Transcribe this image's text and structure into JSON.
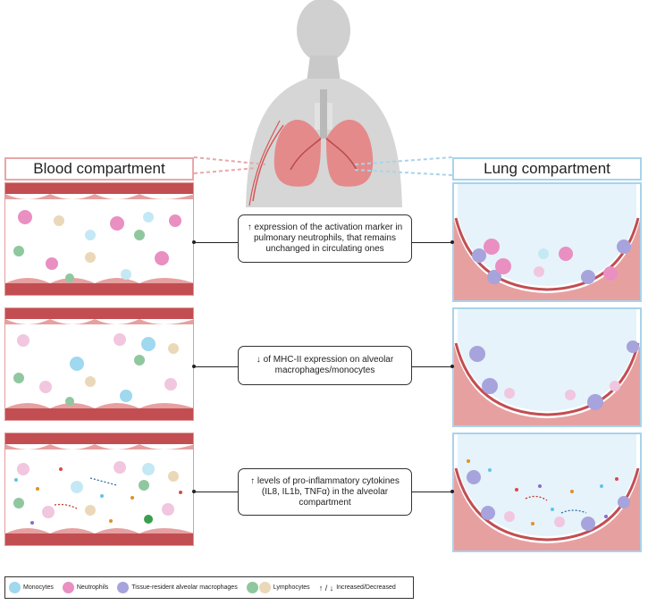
{
  "headers": {
    "blood": "Blood compartment",
    "lung": "Lung compartment"
  },
  "callouts": [
    {
      "text": "↑ expression of the activation marker in pulmonary neutrophils, that remains unchanged in circulating ones"
    },
    {
      "text": "↓ of  MHC-II expression on alveolar macrophages/monocytes"
    },
    {
      "text": "↑ levels of pro-inflammatory cytokines (IL8, IL1b, TNFα) in the alveolar compartment"
    }
  ],
  "legend": {
    "monocytes": "Monocytes",
    "neutrophils": "Neutrophils",
    "macrophages": "Tissue-resident alveolar macrophages",
    "lymphocytes": "Lymphocytes",
    "arrows_symbol": "↑ / ↓",
    "arrows_label": "Increased/Decreased"
  },
  "colors": {
    "blood_border": "#e39b9b",
    "lung_border": "#a9d3ea",
    "vessel_wall": "#c24e52",
    "monocyte": "#9fd8ef",
    "neutrophil": "#e98fc2",
    "macrophage": "#a7a3dc",
    "lymphocyte_green": "#8fc79f",
    "lymphocyte_beige": "#ead8b9"
  }
}
